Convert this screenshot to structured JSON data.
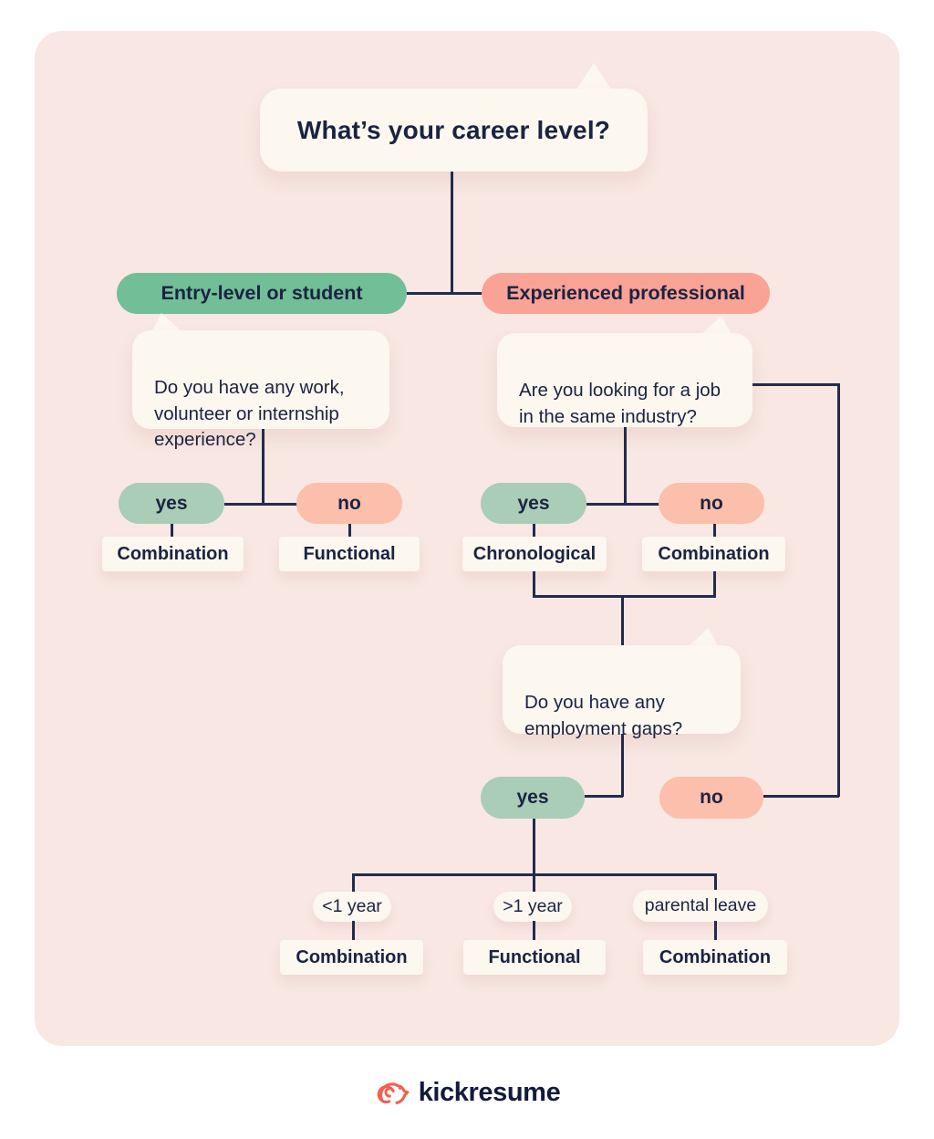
{
  "colors": {
    "background": "#FFFFFF",
    "panel": "#F8E7E2",
    "cream": "#FCF7EF",
    "navy": "#1B2342",
    "line": "#232B4D",
    "green": "#72BE97",
    "green_light": "#A9CDB7",
    "salmon": "#F9A296",
    "salmon_light": "#FBBFAC",
    "logo_coral": "#F4604F"
  },
  "root": {
    "question": "What’s your career level?"
  },
  "entry_branch": {
    "label": "Entry-level or student",
    "question": "Do you have any work,\nvolunteer or internship\nexperience?",
    "yes": "yes",
    "no": "no",
    "yes_result": "Combination",
    "no_result": "Functional"
  },
  "experienced_branch": {
    "label": "Experienced professional",
    "question": "Are you looking for a job\nin the same industry?",
    "yes": "yes",
    "no": "no",
    "yes_result": "Chronological",
    "no_result": "Combination",
    "gaps": {
      "question": "Do you have any\nemployment gaps?",
      "yes": "yes",
      "no": "no",
      "options": [
        {
          "label": "<1 year",
          "result": "Combination"
        },
        {
          "label": ">1 year",
          "result": "Functional"
        },
        {
          "label": "parental leave",
          "result": "Combination"
        }
      ]
    }
  },
  "footer": {
    "brand": "kickresume"
  }
}
